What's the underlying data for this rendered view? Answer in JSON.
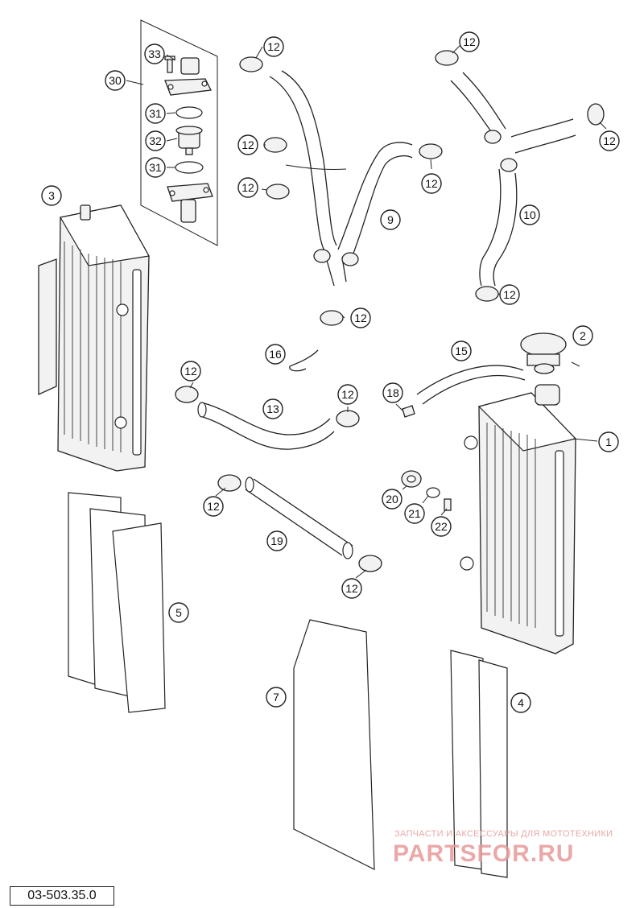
{
  "drawing_code": "03-503.35.0",
  "watermark": {
    "tagline": "ЗАПЧАСТИ И АКСЕССУАРЫ ДЛЯ МОТОТЕХНИКИ",
    "logo": "PARTSFOR.RU"
  },
  "callouts": [
    {
      "id": "c33",
      "label": "33"
    },
    {
      "id": "c30",
      "label": "30"
    },
    {
      "id": "c31a",
      "label": "31"
    },
    {
      "id": "c32",
      "label": "32"
    },
    {
      "id": "c31b",
      "label": "31"
    },
    {
      "id": "c3",
      "label": "3"
    },
    {
      "id": "c12a",
      "label": "12"
    },
    {
      "id": "c12b",
      "label": "12"
    },
    {
      "id": "c12c",
      "label": "12"
    },
    {
      "id": "c12d",
      "label": "12"
    },
    {
      "id": "c9",
      "label": "9"
    },
    {
      "id": "c12e",
      "label": "12"
    },
    {
      "id": "c12f",
      "label": "12"
    },
    {
      "id": "c12g",
      "label": "12"
    },
    {
      "id": "c12h",
      "label": "12"
    },
    {
      "id": "c12i",
      "label": "12"
    },
    {
      "id": "c10",
      "label": "10"
    },
    {
      "id": "c12j",
      "label": "12"
    },
    {
      "id": "c16",
      "label": "16"
    },
    {
      "id": "c2",
      "label": "2"
    },
    {
      "id": "c15",
      "label": "15"
    },
    {
      "id": "c12k",
      "label": "12"
    },
    {
      "id": "c12l",
      "label": "12"
    },
    {
      "id": "c13",
      "label": "13"
    },
    {
      "id": "c18",
      "label": "18"
    },
    {
      "id": "c1",
      "label": "1"
    },
    {
      "id": "c12m",
      "label": "12"
    },
    {
      "id": "c20",
      "label": "20"
    },
    {
      "id": "c21",
      "label": "21"
    },
    {
      "id": "c22",
      "label": "22"
    },
    {
      "id": "c19",
      "label": "19"
    },
    {
      "id": "c12n",
      "label": "12"
    },
    {
      "id": "c5",
      "label": "5"
    },
    {
      "id": "c7",
      "label": "7"
    },
    {
      "id": "c4",
      "label": "4"
    }
  ]
}
